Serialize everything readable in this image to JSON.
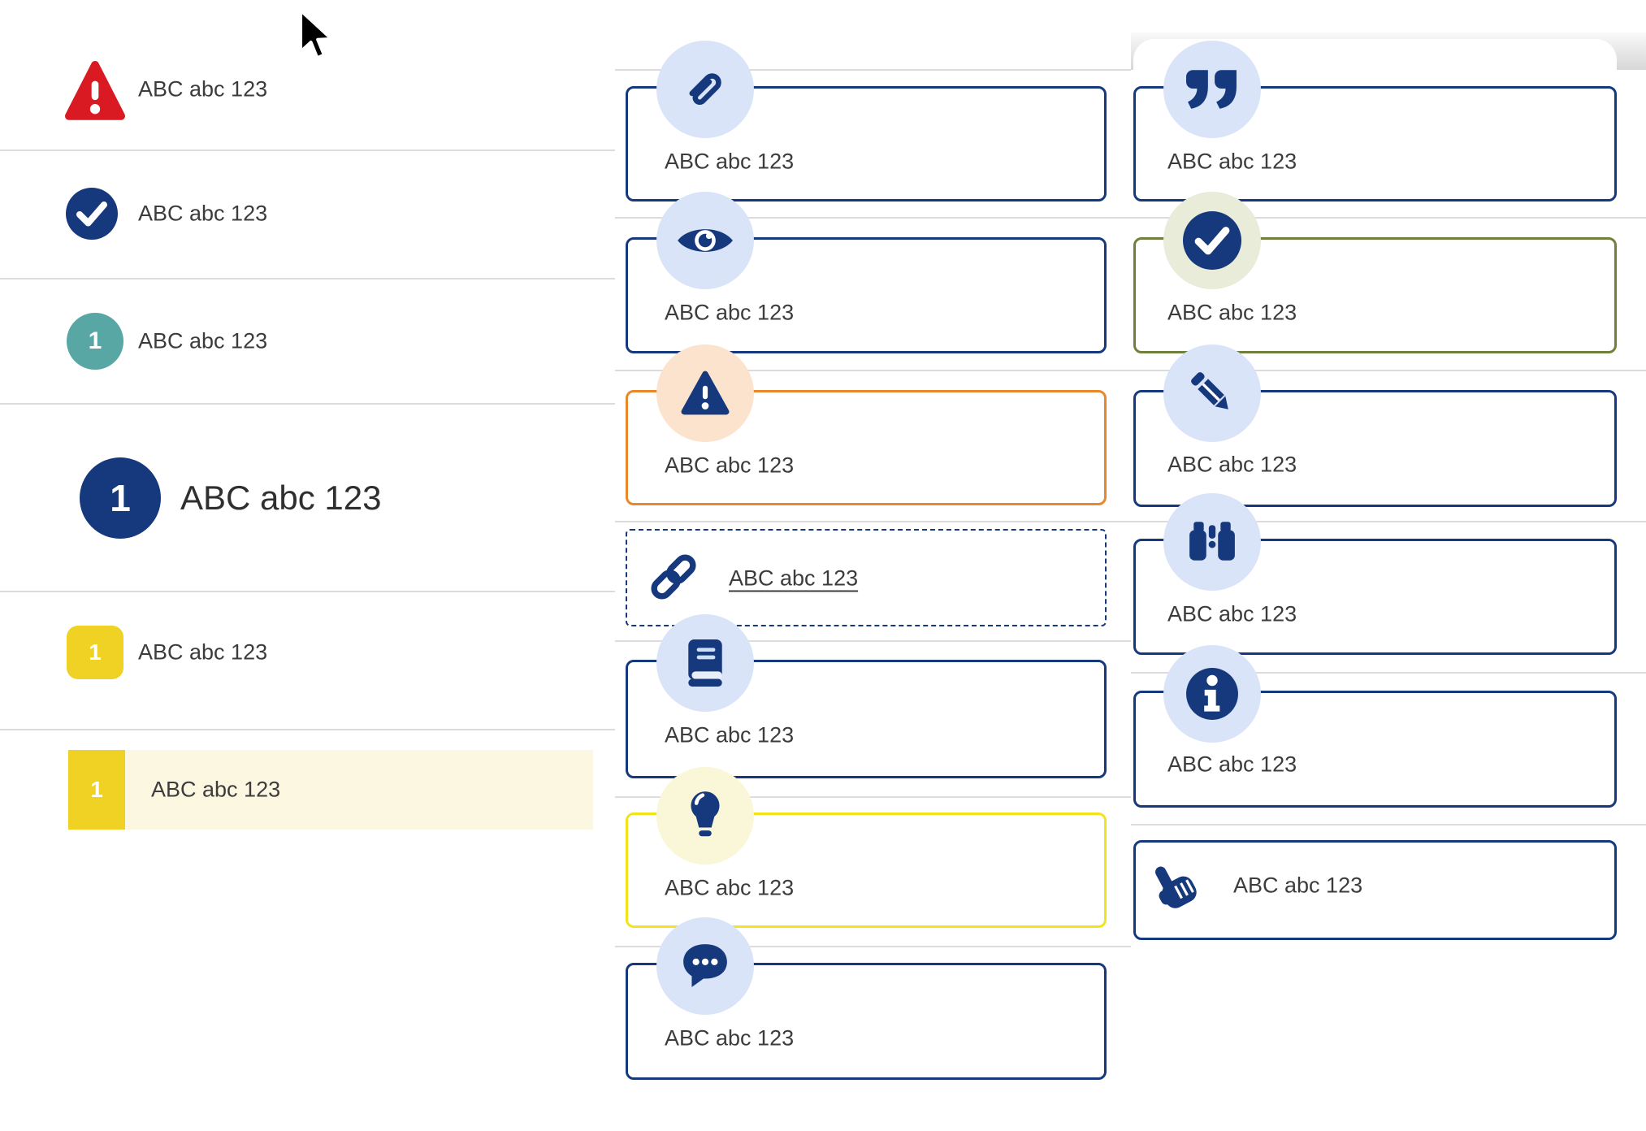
{
  "cursor": {
    "type": "arrow-pointer"
  },
  "colors": {
    "navy": "#16397d",
    "red": "#da1a23",
    "teal": "#58a7a5",
    "yellow": "#f0d225",
    "lemon_border": "#f2e41c",
    "cream_highlight": "#fbf7e1",
    "pale_yellow_bg": "#faf6d8",
    "orange_border": "#e8872b",
    "olive_border": "#70803c",
    "sage_bg": "#e8ecd9",
    "light_blue_bg": "#d9e4f8",
    "peach_bg": "#fbe3cd",
    "divider": "#dcdcdc",
    "text": "#3c3c3c"
  },
  "left_list": {
    "items": [
      {
        "icon": "alert-triangle-icon",
        "label": "ABC abc 123"
      },
      {
        "icon": "check-circle-icon",
        "label": "ABC abc 123"
      },
      {
        "icon": "number-badge-teal",
        "badge": "1",
        "label": "ABC abc 123"
      },
      {
        "icon": "number-badge-navy-large",
        "badge": "1",
        "label": "ABC abc 123"
      },
      {
        "icon": "number-badge-yellow",
        "badge": "1",
        "label": "ABC abc 123"
      },
      {
        "icon": "number-badge-yellow-bar",
        "badge": "1",
        "label": "ABC abc 123",
        "highlighted": true
      }
    ]
  },
  "middle_cards": [
    {
      "icon": "paperclip-icon",
      "label": "ABC abc 123",
      "variant": "navy"
    },
    {
      "icon": "eye-icon",
      "label": "ABC abc 123",
      "variant": "navy"
    },
    {
      "icon": "warning-icon",
      "label": "ABC abc 123",
      "variant": "orange"
    },
    {
      "icon": "link-icon",
      "label": "ABC abc 123",
      "variant": "dashed",
      "underlined": true
    },
    {
      "icon": "book-icon",
      "label": "ABC abc 123",
      "variant": "navy"
    },
    {
      "icon": "lightbulb-icon",
      "label": "ABC abc 123",
      "variant": "yellow"
    },
    {
      "icon": "speech-bubble-icon",
      "label": "ABC abc 123",
      "variant": "navy"
    }
  ],
  "right_cards": [
    {
      "icon": "quote-icon",
      "label": "ABC abc 123",
      "variant": "navy"
    },
    {
      "icon": "check-icon",
      "label": "ABC abc 123",
      "variant": "olive"
    },
    {
      "icon": "pencil-icon",
      "label": "ABC abc 123",
      "variant": "navy"
    },
    {
      "icon": "binoculars-icon",
      "label": "ABC abc 123",
      "variant": "navy"
    },
    {
      "icon": "info-icon",
      "label": "ABC abc 123",
      "variant": "navy"
    },
    {
      "icon": "hand-pointer-icon",
      "label": "ABC abc 123",
      "variant": "navy"
    }
  ]
}
